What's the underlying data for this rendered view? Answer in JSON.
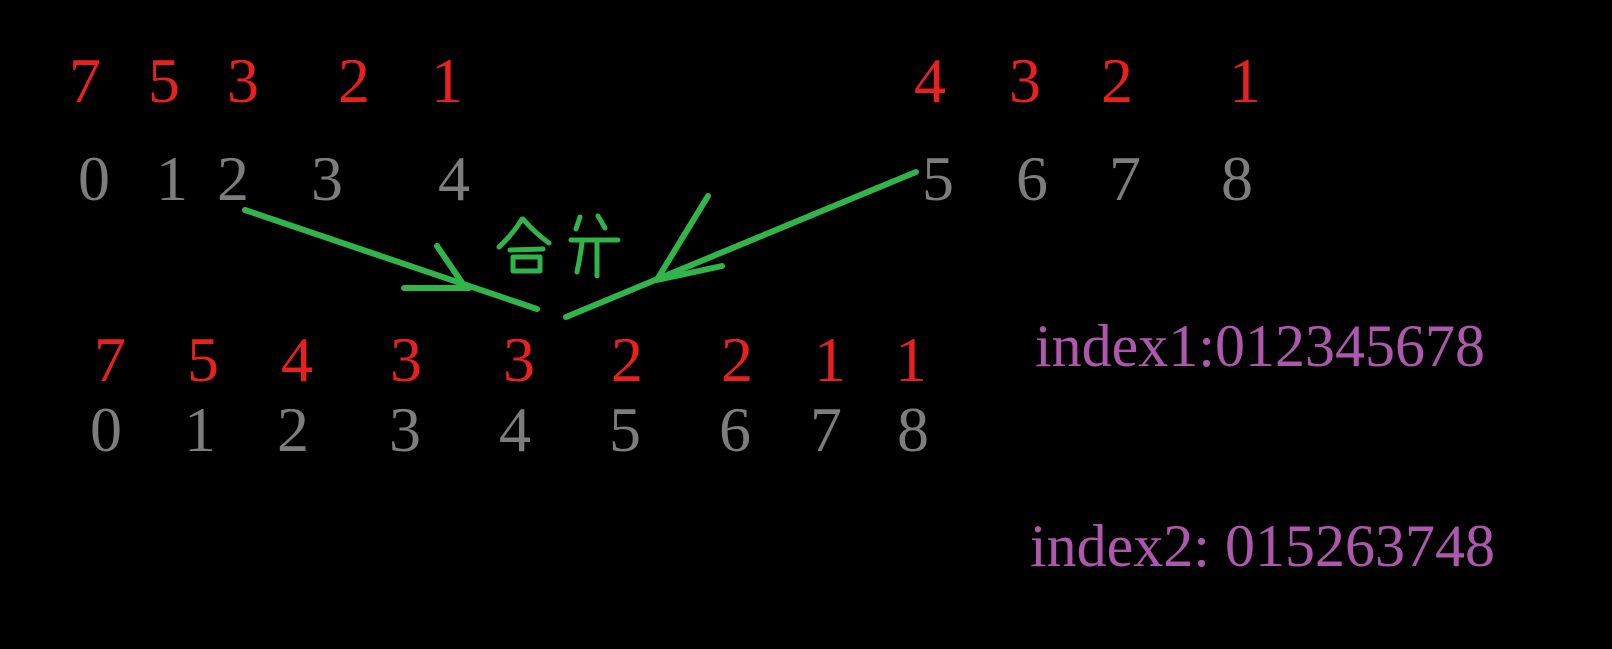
{
  "merge_label": "合并",
  "left_array": {
    "values": [
      "7",
      "5",
      "3",
      "2",
      "1"
    ],
    "indices": [
      "0",
      "1",
      "2",
      "3",
      "4"
    ]
  },
  "right_array": {
    "values": [
      "4",
      "3",
      "2",
      "1"
    ],
    "indices": [
      "5",
      "6",
      "7",
      "8"
    ]
  },
  "merged_array": {
    "values": [
      "7",
      "5",
      "4",
      "3",
      "3",
      "2",
      "2",
      "1",
      "1"
    ],
    "indices": [
      "0",
      "1",
      "2",
      "3",
      "4",
      "5",
      "6",
      "7",
      "8"
    ]
  },
  "annotations": {
    "index1": "index1:012345678",
    "index2": "index2: 015263748"
  },
  "colors": {
    "background": "#000000",
    "value_red": "#e8211e",
    "index_gray": "#7d7d7d",
    "arrow_green": "#31b44a",
    "annotation_purple": "#ad58ad"
  }
}
